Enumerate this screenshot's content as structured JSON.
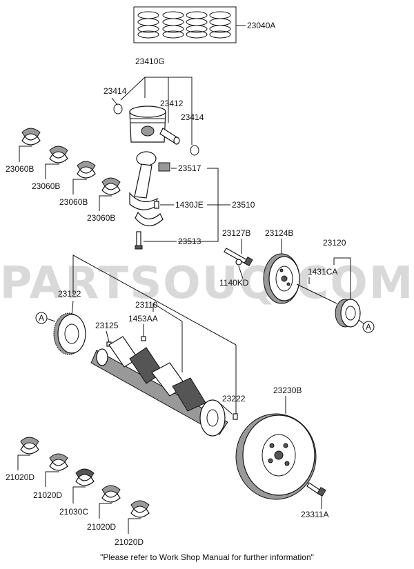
{
  "watermark": "PARTSOUQ.COM",
  "footer_note": "\"Please refer to Work Shop Manual for further information\"",
  "callout_letter": "A",
  "parts": {
    "piston_ring_set": "23040A",
    "piston_assy": "23410G",
    "snap_ring_left": "23414",
    "piston_pin": "23412",
    "snap_ring_right": "23414",
    "conrod_bearing": "23517",
    "conrod_assy": "23510",
    "dowel_pin": "1430JE",
    "conrod_bolt": "23513",
    "main_bearing_1": "23060B",
    "main_bearing_2": "23060B",
    "main_bearing_3": "23060B",
    "main_bearing_4": "23060B",
    "pulley_bolt": "23127B",
    "damper_pulley": "23124B",
    "timing_sprocket": "23120",
    "washer": "1140KD",
    "key": "1431CA",
    "crank_gear": "23122",
    "crankshaft": "23110",
    "crank_pin": "23125",
    "plug": "1453AA",
    "pilot_bushing": "23222",
    "flywheel": "23230B",
    "flywheel_bolt": "23311A",
    "thrust_bearing_1": "21020D",
    "thrust_bearing_2": "21020D",
    "thrust_bearing_3": "21030C",
    "thrust_bearing_4": "21020D",
    "thrust_bearing_5": "21020D"
  }
}
